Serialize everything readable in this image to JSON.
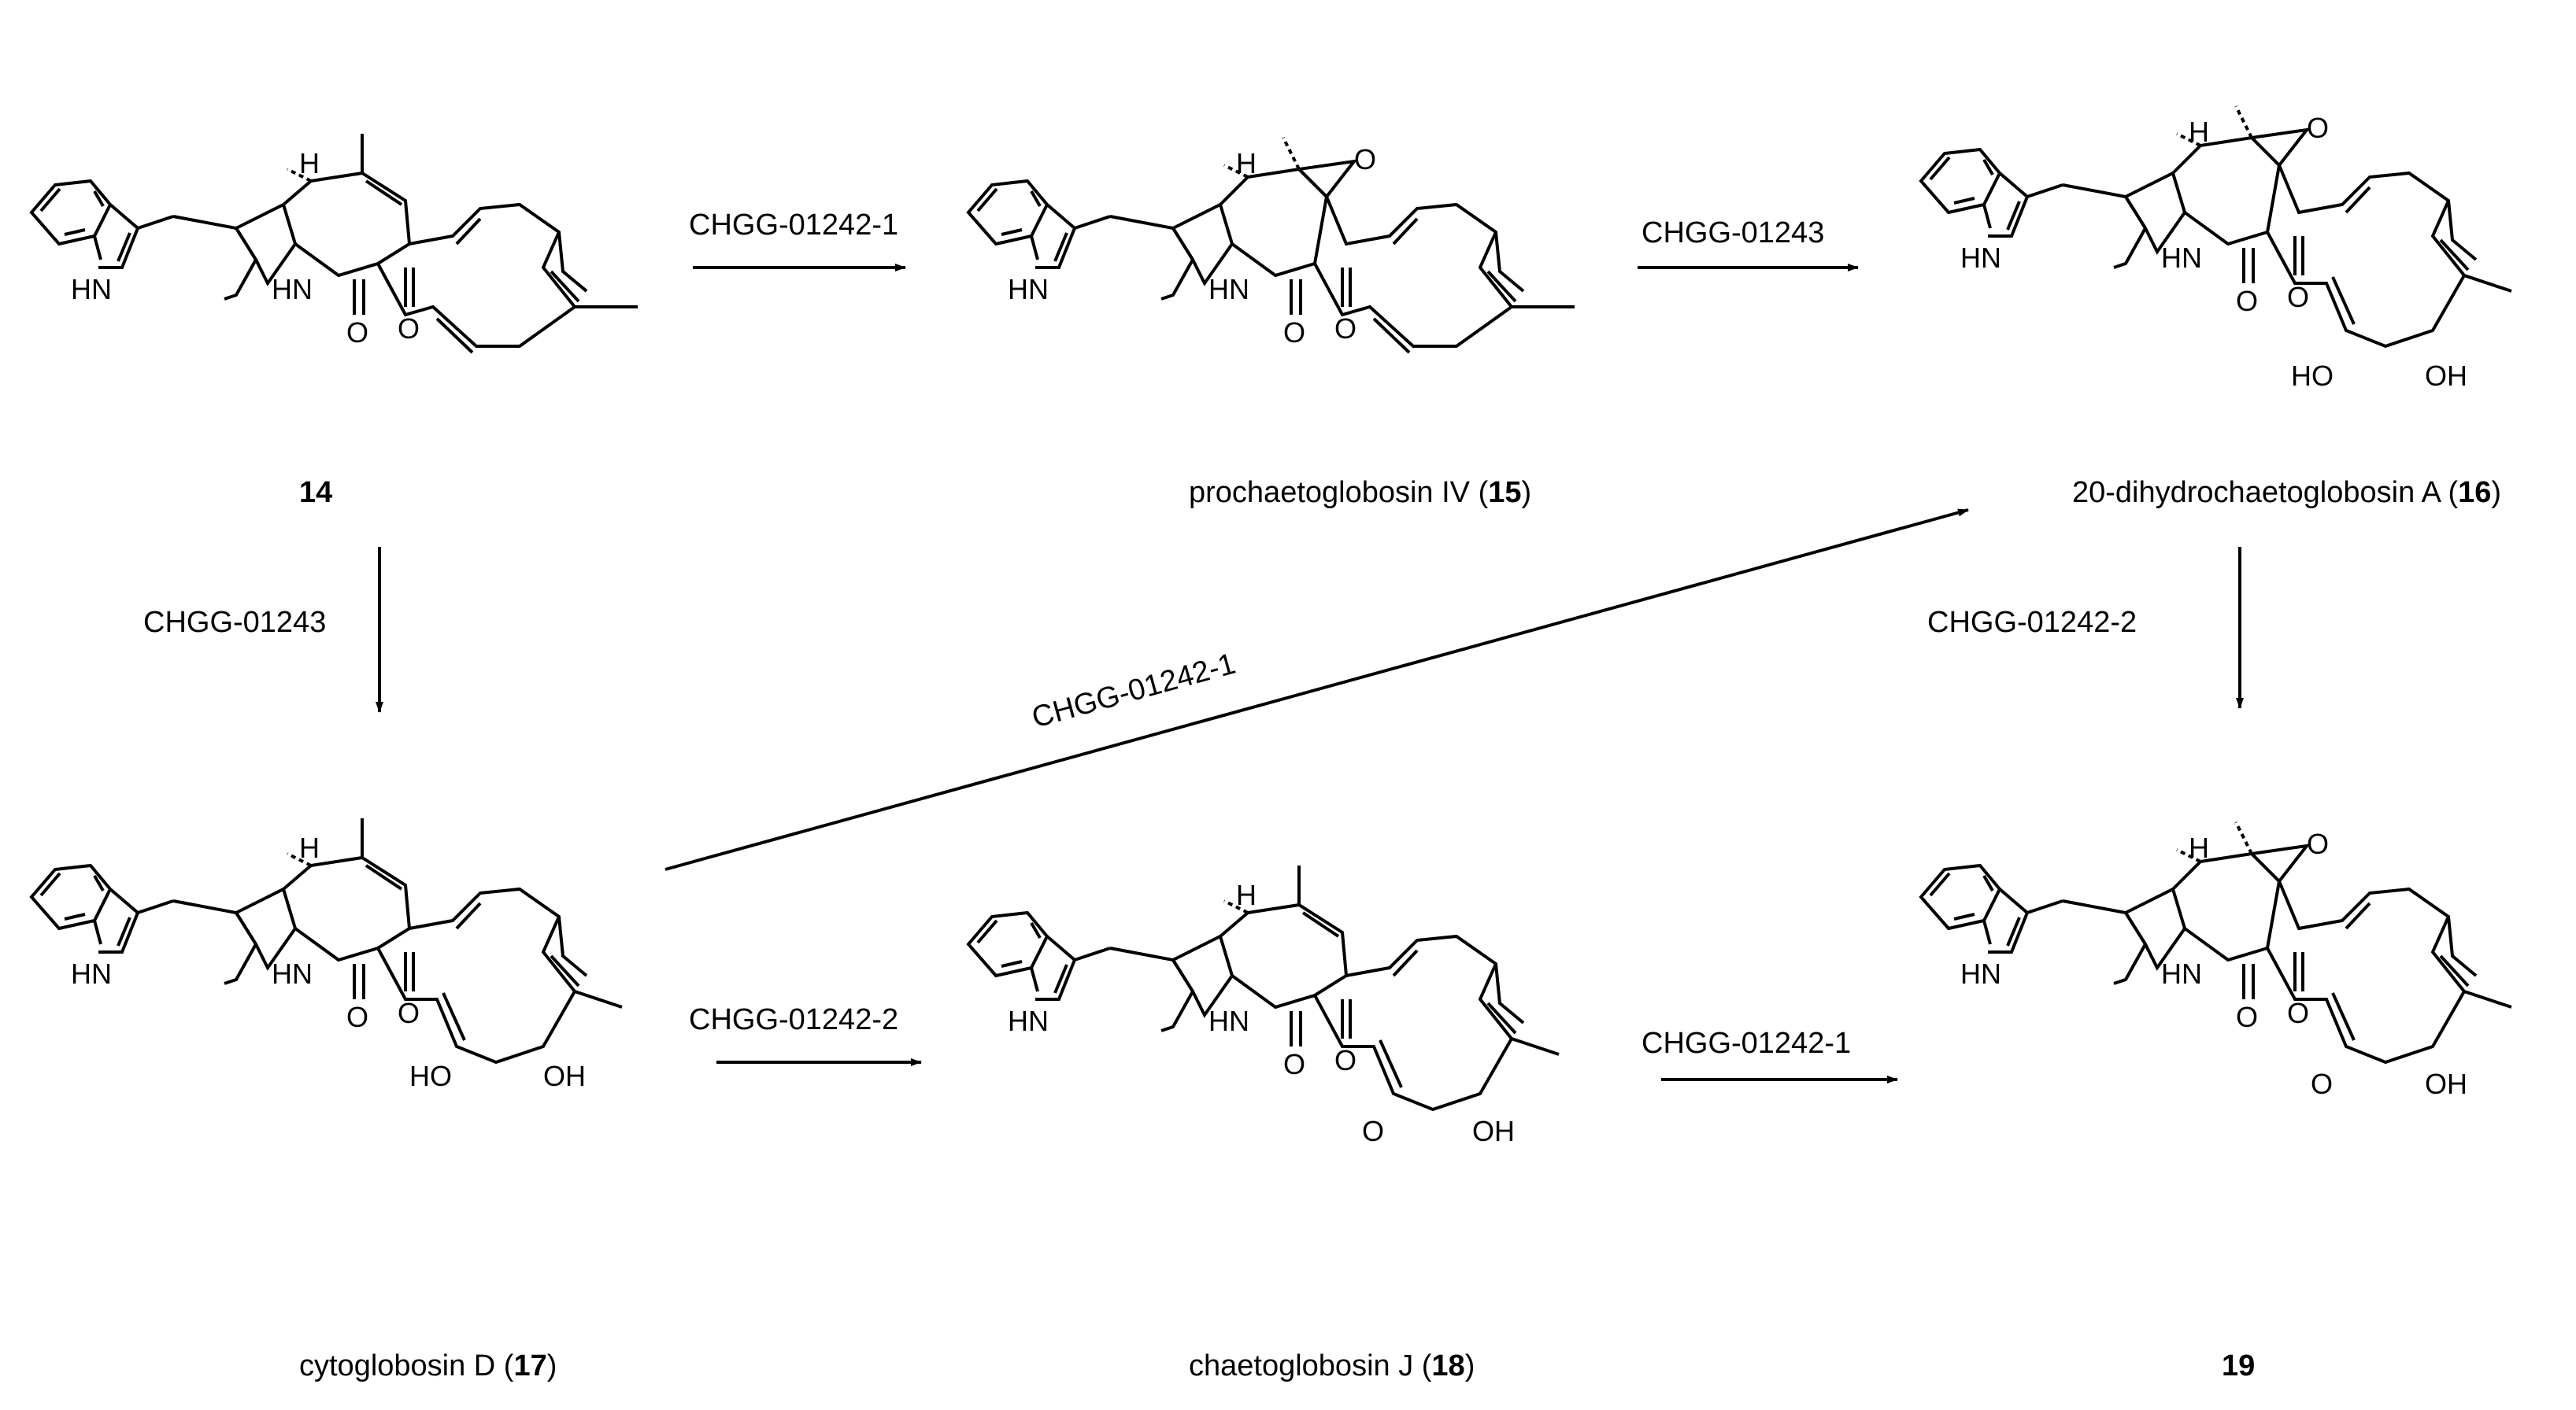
{
  "compounds": {
    "c14": {
      "pre": "",
      "number": "14",
      "post": ""
    },
    "c15": {
      "pre": "prochaetoglobosin IV (",
      "number": "15",
      "post": ")"
    },
    "c16": {
      "pre": "20-dihydrochaetoglobosin A (",
      "number": "16",
      "post": ")"
    },
    "c17": {
      "pre": "cytoglobosin D (",
      "number": "17",
      "post": ")"
    },
    "c18": {
      "pre": "chaetoglobosin J (",
      "number": "18",
      "post": ")"
    },
    "c19": {
      "pre": "",
      "number": "19",
      "post": ""
    }
  },
  "enzymes": {
    "a14_15": "CHGG-01242-1",
    "a15_16": "CHGG-01243",
    "a14_17": "CHGG-01243",
    "a17_16": "CHGG-01242-1",
    "a16_19": "CHGG-01242-2",
    "a17_18": "CHGG-01242-2",
    "a18_19": "CHGG-01242-1"
  },
  "atoms": {
    "h": "H",
    "hn": "HN",
    "o": "O",
    "ho": "HO",
    "oh": "OH"
  }
}
